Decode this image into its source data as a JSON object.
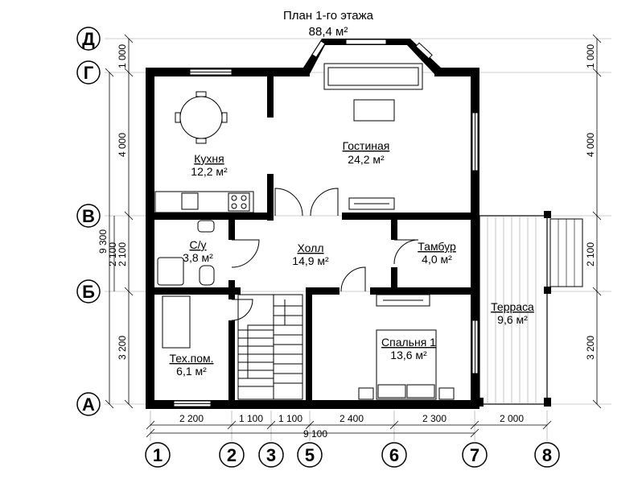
{
  "title": "План 1-го этажа",
  "total_area": "88,4 м²",
  "rooms": {
    "kitchen": {
      "name": "Кухня",
      "area": "12,2 м²"
    },
    "living": {
      "name": "Гостиная",
      "area": "24,2 м²"
    },
    "wc": {
      "name": "С/у",
      "area": "3,8 м²"
    },
    "hall": {
      "name": "Холл",
      "area": "14,9 м²"
    },
    "vestibule": {
      "name": "Тамбур",
      "area": "4,0 м²"
    },
    "terrace": {
      "name": "Терраса",
      "area": "9,6 м²"
    },
    "utility": {
      "name": "Тех.пом.",
      "area": "6,1 м²"
    },
    "bedroom": {
      "name": "Спальня 1",
      "area": "13,6 м²"
    }
  },
  "axes": {
    "letters": [
      "Д",
      "Г",
      "В",
      "Б",
      "А"
    ],
    "numbers": [
      "1",
      "2",
      "3",
      "5",
      "6",
      "7",
      "8"
    ]
  },
  "dims": {
    "left": [
      "1 000",
      "4 000",
      "2 100",
      "3 200"
    ],
    "left_total": "9 300",
    "left_inner": "2 100",
    "right": [
      "1 000",
      "4 000",
      "2 100",
      "3 200"
    ],
    "bottom": [
      "2 200",
      "1 100",
      "1 100",
      "2 400",
      "2 300",
      "2 000"
    ],
    "bottom_total": "9 100"
  }
}
